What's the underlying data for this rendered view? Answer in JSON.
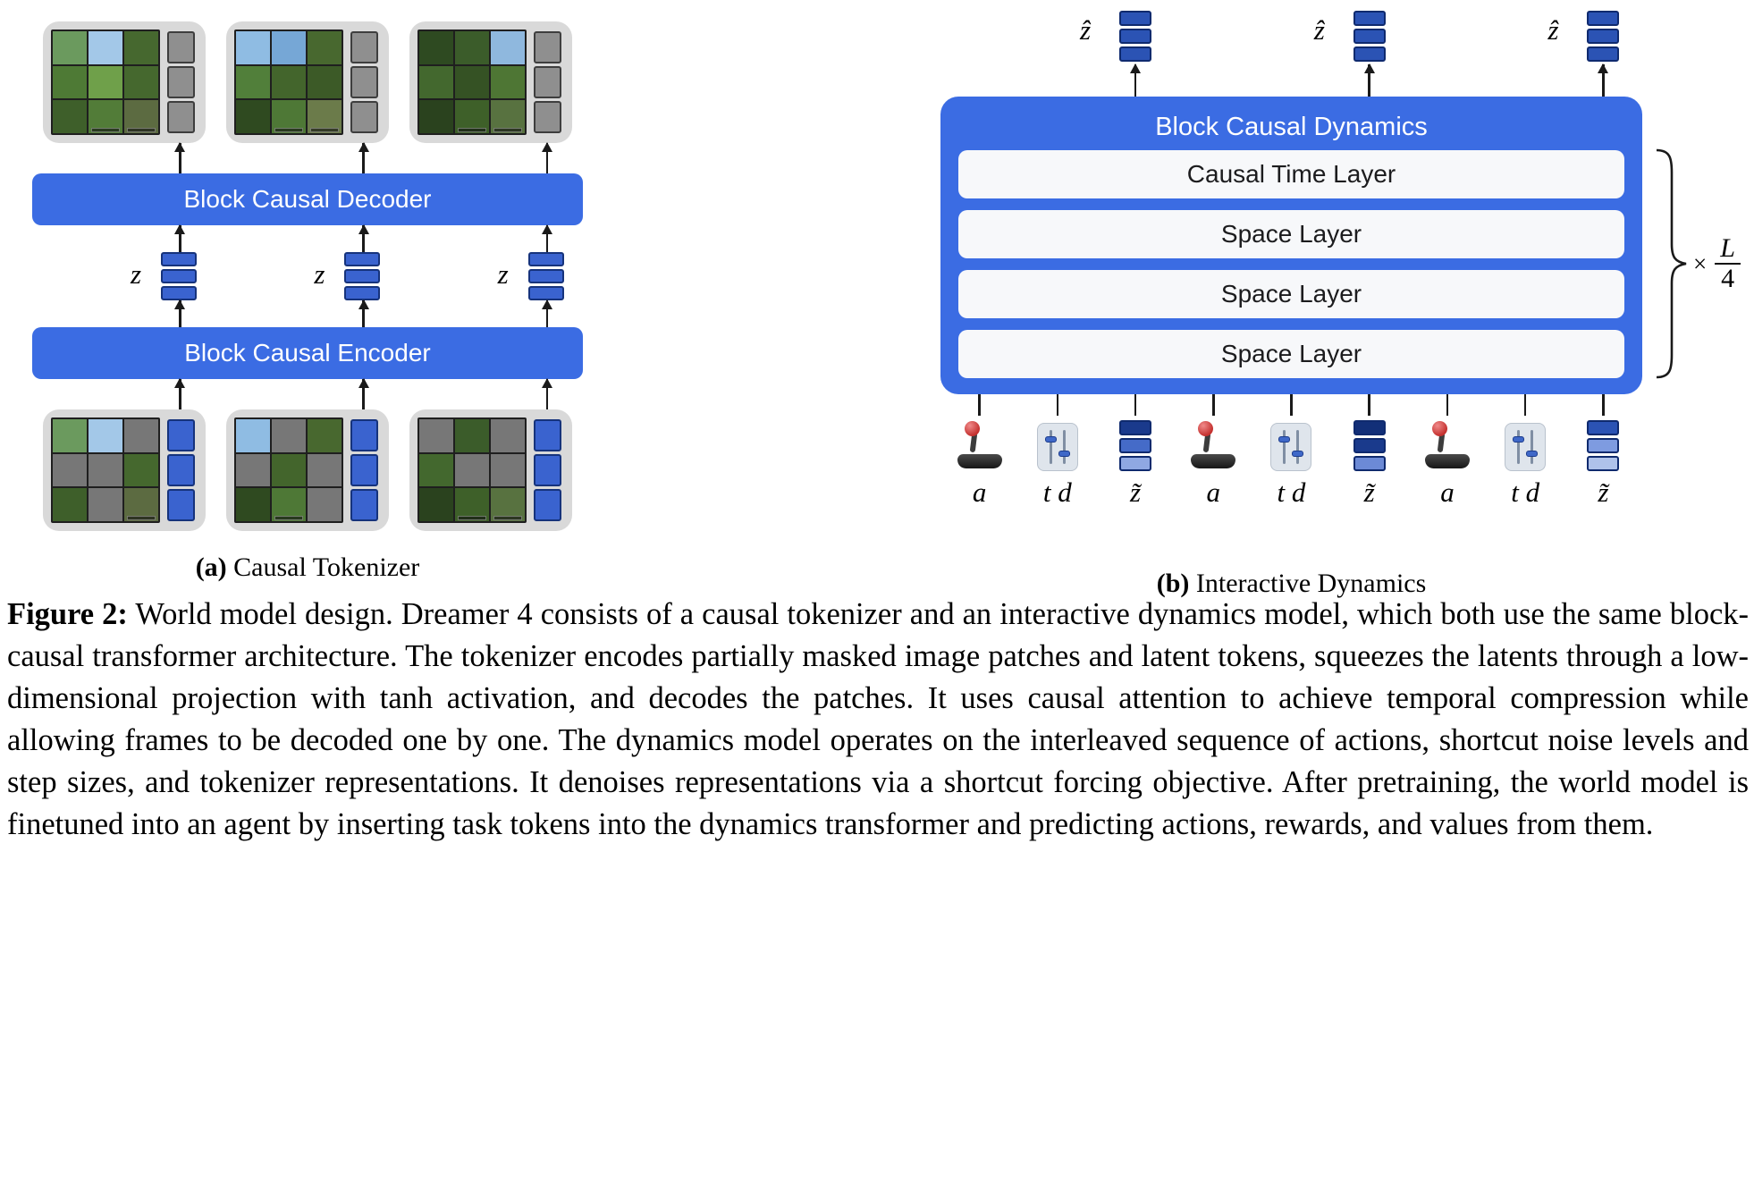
{
  "colors": {
    "accent": "#3B6CE3",
    "layer_bg": "#F7F8FA",
    "frame_bg": "#D9D9D9",
    "mask": "#777777",
    "line": "#1A1A1A"
  },
  "stacks": {
    "gray": {
      "border": "#3E3E3E",
      "cells": [
        "#8F8F8F",
        "#8F8F8F",
        "#8F8F8F"
      ]
    },
    "frame_blue": {
      "border": "#16337C",
      "cells": [
        "#3A63CF",
        "#3A63CF",
        "#3A63CF"
      ]
    },
    "z": {
      "border": "#16337C",
      "cells": [
        "#3A63CF",
        "#3A63CF",
        "#3A63CF"
      ]
    },
    "zhat": {
      "border": "#0F2A6E",
      "cells": [
        "#2B53B4",
        "#2B53B4",
        "#2B53B4"
      ]
    },
    "ztilde_1": {
      "border": "#0F2A6E",
      "cells": [
        "#1A3A8C",
        "#456BC8",
        "#8FA8E2"
      ]
    },
    "ztilde_2": {
      "border": "#0F2A6E",
      "cells": [
        "#122F78",
        "#1A3A8C",
        "#6C8AD6"
      ]
    },
    "ztilde_3": {
      "border": "#0F2A6E",
      "cells": [
        "#2B53B4",
        "#7E9BE0",
        "#AFC2EA"
      ]
    }
  },
  "panel_a": {
    "caption_label": "(a)",
    "caption_text": "Causal Tokenizer",
    "decoder_label": "Block Causal Decoder",
    "encoder_label": "Block Causal Encoder",
    "z_label": "z",
    "top_frames": [
      [
        "#6B9A5E",
        "#A3C8E8",
        "#46682F",
        "#4E7A35",
        "#6FA04A",
        "#45682E",
        "#3E5F2A",
        "#527C38",
        "#5C6B41"
      ],
      [
        "#8FBCE3",
        "#76A7D6",
        "#48682F",
        "#517F3A",
        "#43652C",
        "#3C5A27",
        "#2F4A20",
        "#4E7836",
        "#6B7B4A"
      ],
      [
        "#2E4A21",
        "#3B5C2A",
        "#8FB8DE",
        "#43682E",
        "#355224",
        "#4E7634",
        "#2A421E",
        "#3E6029",
        "#587240"
      ]
    ],
    "bottom_frames": [
      [
        "#6B9A5E",
        "#A3C8E8",
        "M",
        "M",
        "M",
        "#45682E",
        "#3E5F2A",
        "M",
        "#5C6B41"
      ],
      [
        "#8FBCE3",
        "M",
        "#48682F",
        "M",
        "#43652C",
        "M",
        "#2F4A20",
        "#4E7836",
        "M"
      ],
      [
        "M",
        "#3B5C2A",
        "M",
        "#43682E",
        "M",
        "M",
        "#2A421E",
        "#3E6029",
        "#587240"
      ]
    ]
  },
  "panel_b": {
    "caption_label": "(b)",
    "caption_text": "Interactive Dynamics",
    "box_title": "Block Causal Dynamics",
    "layers": [
      "Causal Time Layer",
      "Space Layer",
      "Space Layer",
      "Space Layer"
    ],
    "zhat_label": "ẑ",
    "repeat": {
      "times": "×",
      "numerator": "L",
      "denominator": "4"
    },
    "input_labels": [
      "a",
      "t d",
      "z̃"
    ]
  },
  "figure_caption": {
    "label": "Figure 2:",
    "text": "World model design. Dreamer 4 consists of a causal tokenizer and an interactive dynamics model, which both use the same block-causal transformer architecture. The tokenizer encodes partially masked image patches and latent tokens, squeezes the latents through a low-dimensional projection with tanh activation, and decodes the patches. It uses causal attention to achieve temporal compression while allowing frames to be decoded one by one. The dynamics model operates on the interleaved sequence of actions, shortcut noise levels and step sizes, and tokenizer representations. It denoises representations via a shortcut forcing objective. After pretraining, the world model is finetuned into an agent by inserting task tokens into the dynamics transformer and predicting actions, rewards, and values from them."
  }
}
